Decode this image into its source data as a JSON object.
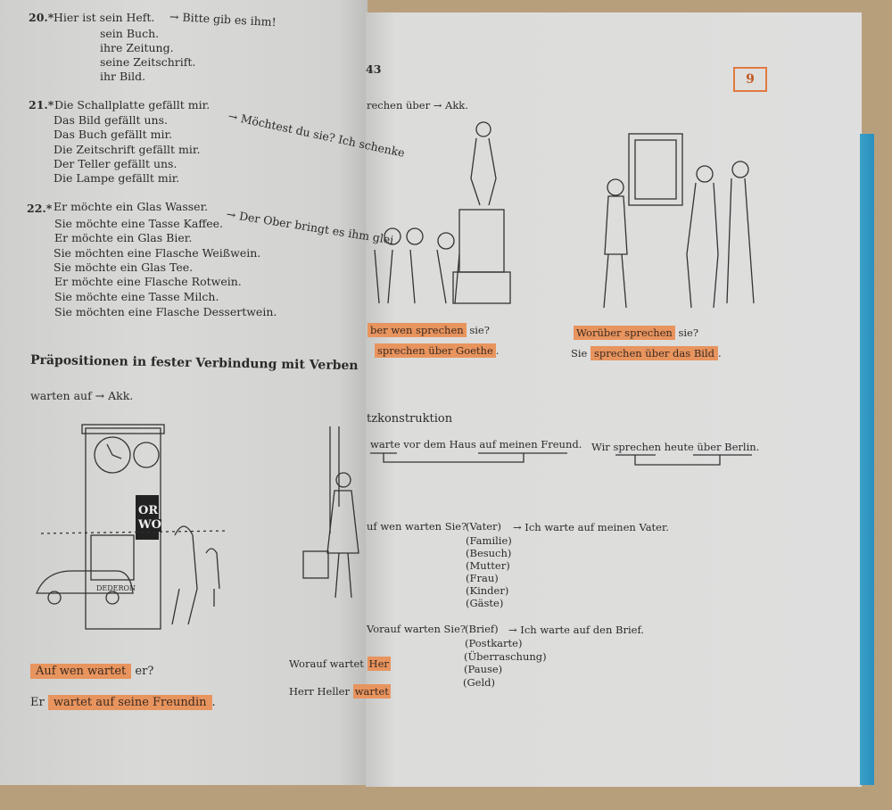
{
  "left_page": {
    "ex20": {
      "num": "20.*",
      "lead": "Hier ist sein Heft.",
      "arrow": "→ Bitte gib es ihm!",
      "items": [
        "sein Buch.",
        "ihre Zeitung.",
        "seine Zeitschrift.",
        "ihr Bild."
      ]
    },
    "ex21": {
      "num": "21.*",
      "lead": "Die Schallplatte gefällt mir.",
      "arrow": "→ Möchtest du sie? Ich schenke",
      "items": [
        "Das Bild gefällt uns.",
        "Das Buch gefällt mir.",
        "Die Zeitschrift gefällt mir.",
        "Der Teller gefällt uns.",
        "Die Lampe gefällt mir."
      ]
    },
    "ex22": {
      "num": "22.*",
      "lead": "Er möchte ein Glas Wasser.",
      "arrow": "→ Der Ober bringt es ihm glei",
      "items": [
        "Sie möchte eine Tasse Kaffee.",
        "Er möchte ein Glas Bier.",
        "Sie möchten eine Flasche Weißwein.",
        "Sie möchte ein Glas Tee.",
        "Er möchte eine Flasche Rotwein.",
        "Sie möchte eine Tasse Milch.",
        "Sie möchten eine Flasche Dessertwein."
      ]
    },
    "heading": "Präpositionen in fester Verbindung mit Verben",
    "rule": "warten auf → Akk.",
    "clock_sign": [
      "OR",
      "WO"
    ],
    "clock_brand": "DEDERON",
    "q1": {
      "hl": "Auf wen wartet",
      "rest": "er?"
    },
    "a1": {
      "pre": "Er",
      "hl": "wartet auf seine Freundin",
      "post": "."
    },
    "q2": {
      "pre": "Worauf wartet",
      "hl": "Her"
    },
    "a2": {
      "pre": "Herr Heller",
      "hl": "wartet"
    }
  },
  "right_page": {
    "page_number": "43",
    "lesson_badge": "9",
    "rule": "rechen über → Akk.",
    "q1": {
      "hl": "ber wen sprechen",
      "rest": "sie?"
    },
    "a1": {
      "hl": "sprechen über Goethe",
      "post": "."
    },
    "q2": {
      "hl": "Worüber sprechen",
      "rest": "sie?"
    },
    "a2": {
      "pre": "Sie",
      "hl": "sprechen über das Bild",
      "post": "."
    },
    "section": "tzkonstruktion",
    "example1": "warte vor dem Haus auf meinen Freund.",
    "example2": "Wir sprechen heute über Berlin.",
    "drill1": {
      "q": "uf wen warten Sie?",
      "first": "(Vater)",
      "arrow": "→ Ich warte auf meinen Vater.",
      "items": [
        "(Familie)",
        "(Besuch)",
        "(Mutter)",
        "(Frau)",
        "(Kinder)",
        "(Gäste)"
      ]
    },
    "drill2": {
      "q": "Vorauf warten Sie?",
      "first": "(Brief)",
      "arrow": "→ Ich warte auf den Brief.",
      "items": [
        "(Postkarte)",
        "(Überraschung)",
        "(Pause)",
        "(Geld)"
      ]
    }
  },
  "colors": {
    "highlight": "#e8945e",
    "badge": "#e07a40",
    "page": "#dcdcda",
    "book_edge": "#2a8fbf",
    "table": "#b89f7c"
  }
}
